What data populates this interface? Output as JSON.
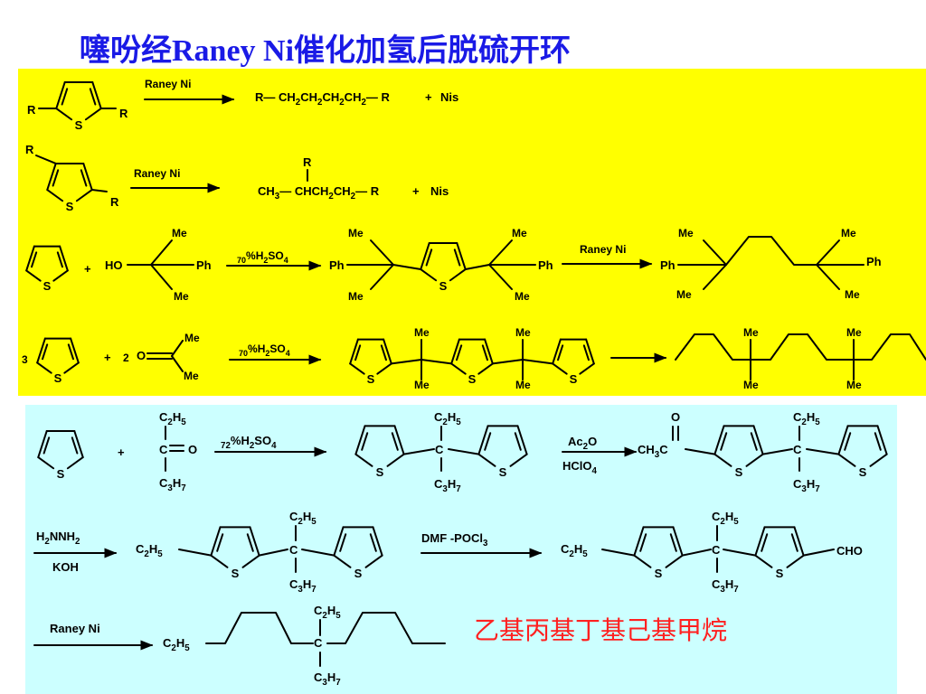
{
  "title": "噻吩经Raney Ni催化加氢后脱硫开环",
  "reagents": {
    "raney_ni": "Raney Ni",
    "raney_ni_spaced": "Raney  Ni",
    "h2so4_70": "70%H2SO4",
    "h2so4_72": "72%H2SO4",
    "ac2o": "Ac2O",
    "hclo4": "HClO4",
    "h2nnh2": "H2NNH2",
    "koh": "KOH",
    "dmf_pocl3": "DMF -POCl3"
  },
  "labels": {
    "R": "R",
    "S": "S",
    "Me": "Me",
    "Ph": "Ph",
    "HO": "HO",
    "O": "O",
    "plus": "+",
    "coeff_3": "3",
    "coeff_2": "2",
    "nis": "Nis",
    "r_chain": "R— CH2CH2CH2CH2— R",
    "branched_chain": "CH3— CHCH2CH2— R",
    "c2h5": "C2H5",
    "c3h7": "C3H7",
    "c": "C",
    "cho": "CHO",
    "ch3c": "CH3C"
  },
  "summary_text": "乙基丙基丁基己基甲烷",
  "colors": {
    "title": "#1a1ae6",
    "summary": "#ff2020",
    "panel_top": "#ffff00",
    "panel_bottom": "#ccffff"
  }
}
